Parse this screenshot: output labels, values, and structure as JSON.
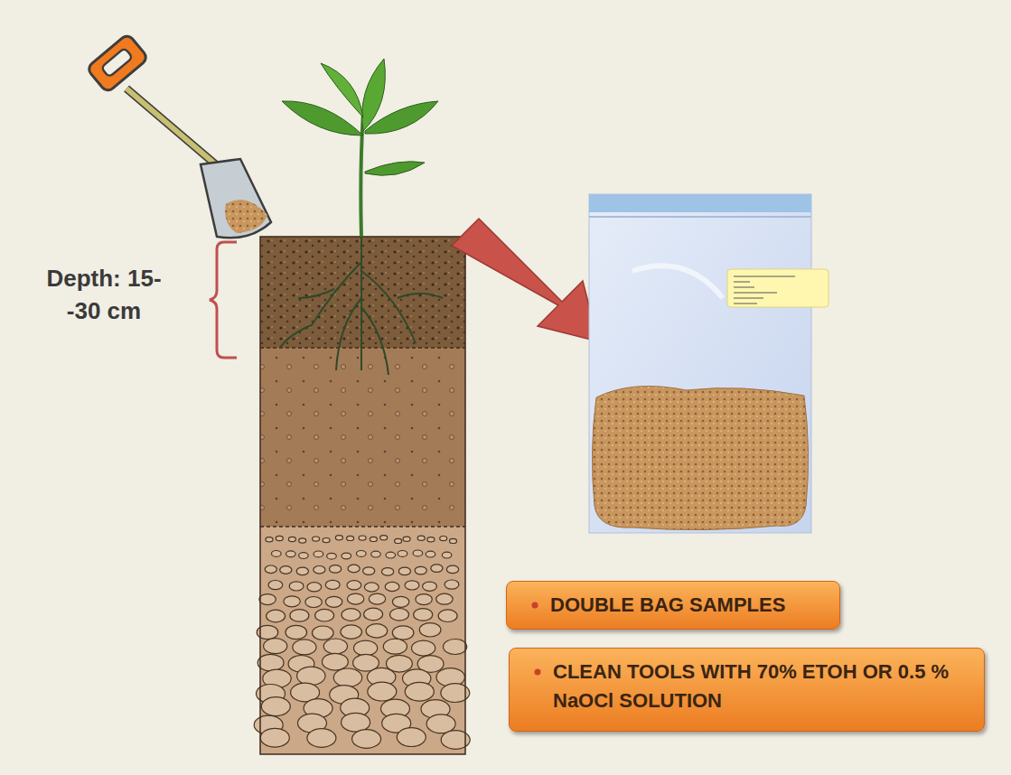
{
  "diagram": {
    "nodes": [
      {
        "text": [
          "DOUBLE BAG SAMPLES"
        ]
      },
      {
        "text": [
          "CLEAN TOOLS WITH 70% ETOH OR 0.5 % NaOCl SOLUTION"
        ]
      }
    ],
    "labels": [
      "Depth: 15--30 cm"
    ]
  }
}
